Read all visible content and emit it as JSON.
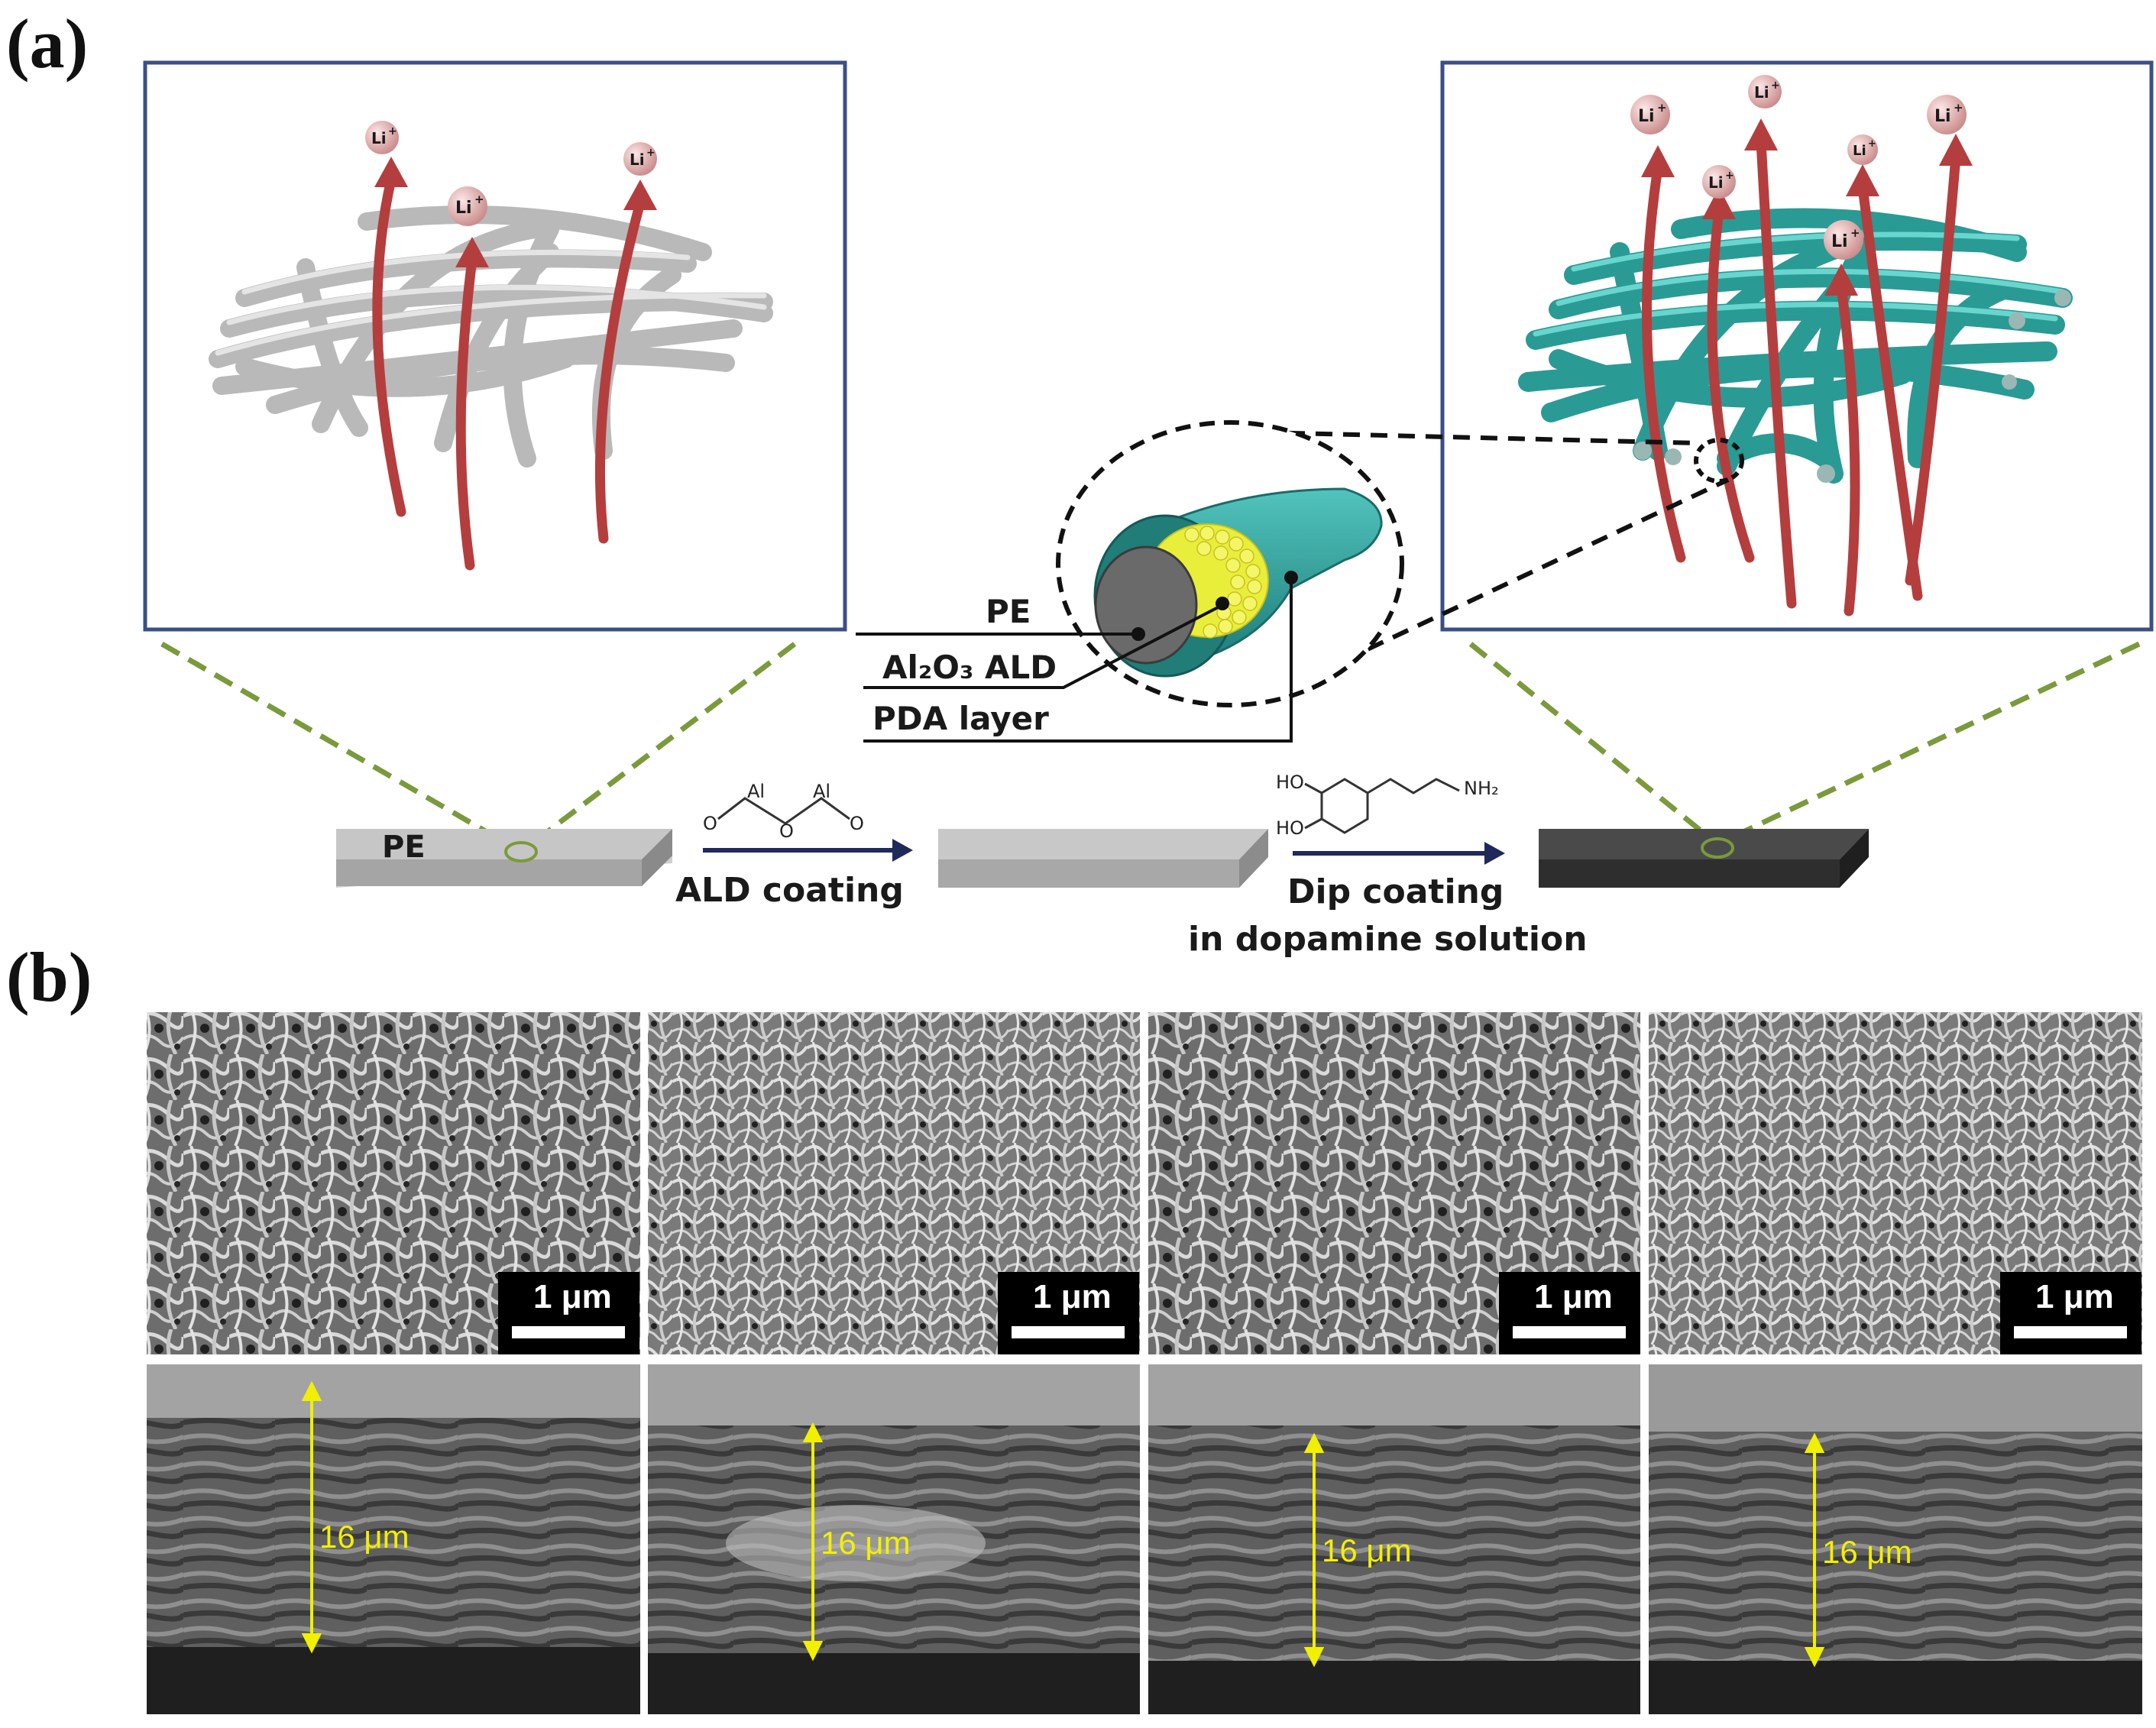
{
  "panels": {
    "a": "(a)",
    "b": "(b)"
  },
  "ion": {
    "symbol": "Li",
    "charge": "+"
  },
  "layers": {
    "core": "PE",
    "ald": "Al₂O₃ ALD",
    "pda": "PDA layer"
  },
  "process": {
    "substrate": "PE",
    "step1": "ALD coating",
    "step2_line1": "Dip coating",
    "step2_line2": "in dopamine solution"
  },
  "chemistry": {
    "ald_atom1": "Al",
    "ald_atom2": "O",
    "ald_atom3": "Al",
    "ald_o_left": "O",
    "ald_o_right": "O",
    "dopa_ho1": "HO",
    "dopa_ho2": "HO",
    "dopa_amine": "NH₂"
  },
  "sem": {
    "scale_bar": "1 μm",
    "thickness": "16 μm",
    "count": 4
  },
  "colors": {
    "fiber_gray": "#b9b9b9",
    "fiber_teal": "#2a9a94",
    "arrow_red": "#b43e3e",
    "frame_blue": "#3a4f86",
    "guide_green": "#7a9a3c",
    "ald_yellow": "#e9ee3a",
    "measure_yellow": "#f0f000"
  }
}
